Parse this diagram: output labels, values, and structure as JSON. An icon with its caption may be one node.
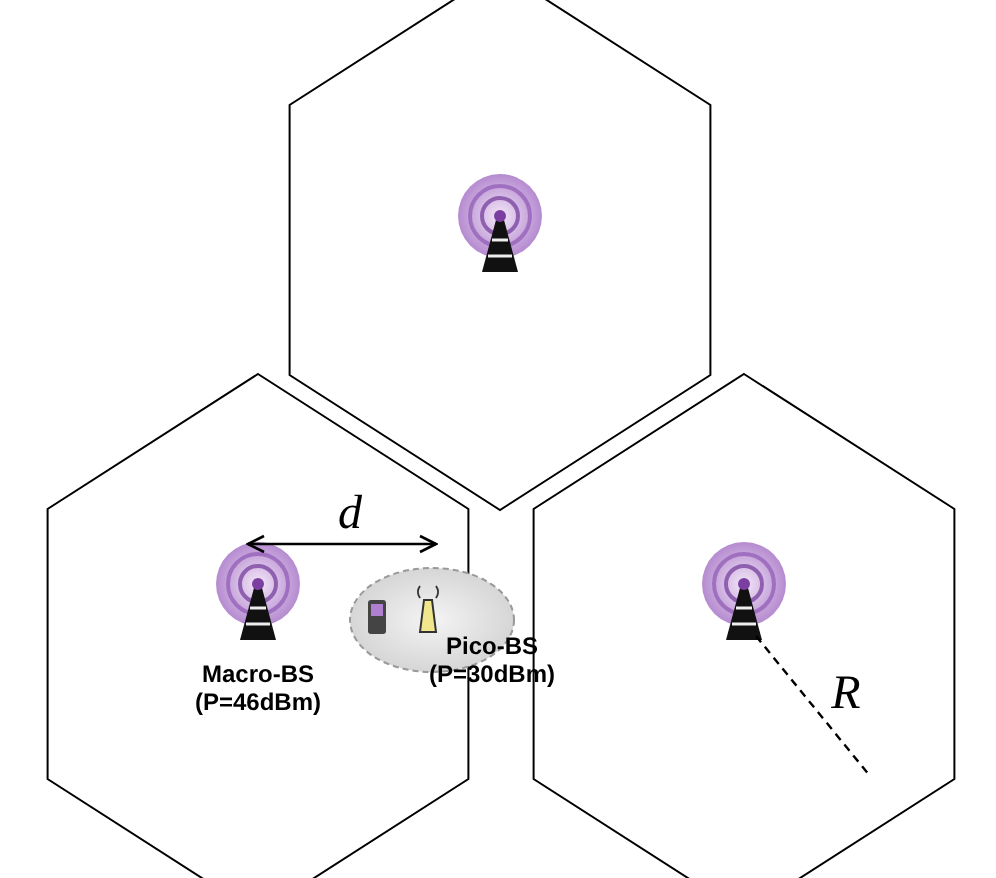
{
  "diagram": {
    "labels": [
      "d",
      "Macro-BS (P=46dBm)",
      "Pico-BS (P=30dBm)",
      "R"
    ]
  }
}
